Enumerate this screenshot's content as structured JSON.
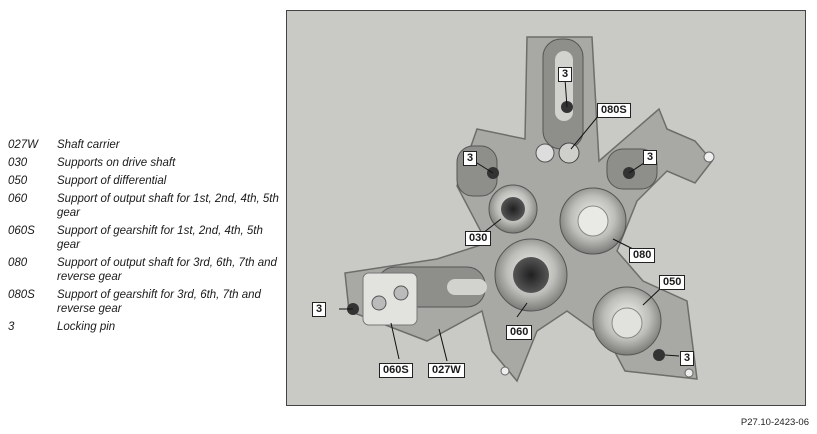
{
  "legend": [
    {
      "code": "027W",
      "desc": "Shaft carrier"
    },
    {
      "code": "030",
      "desc": "Supports on drive shaft"
    },
    {
      "code": "050",
      "desc": "Support of differential"
    },
    {
      "code": "060",
      "desc": "Support of output shaft for 1st, 2nd, 4th, 5th gear"
    },
    {
      "code": "060S",
      "desc": "Support of gearshift for 1st, 2nd, 4th, 5th gear"
    },
    {
      "code": "080",
      "desc": "Support of output shaft for 3rd, 6th, 7th and reverse gear"
    },
    {
      "code": "080S",
      "desc": "Support of gearshift for 3rd, 6th, 7th and reverse gear"
    },
    {
      "code": "3",
      "desc": "Locking pin"
    }
  ],
  "callouts": {
    "pin_top": "3",
    "c080S_top": "080S",
    "pin_left_top": "3",
    "pin_right_top": "3",
    "c030": "030",
    "c080": "080",
    "c050": "050",
    "pin_left": "3",
    "c060": "060",
    "pin_right_bottom": "3",
    "c060S": "060S",
    "c027W": "027W"
  },
  "figure_code": "P27.10-2423-06"
}
